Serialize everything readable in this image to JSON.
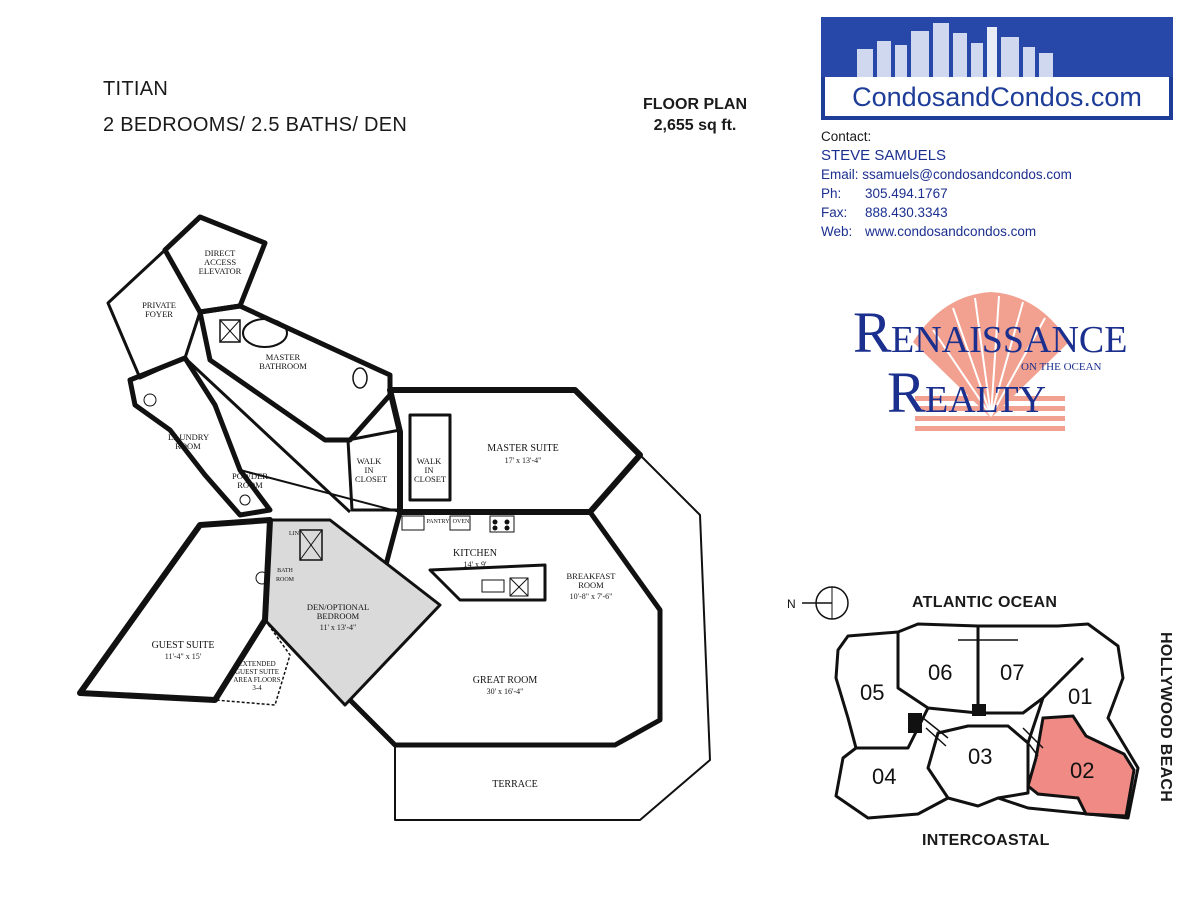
{
  "header": {
    "building": "TITIAN",
    "layout": "2 BEDROOMS/ 2.5 BATHS/ DEN",
    "floor_plan_label": "FLOOR PLAN",
    "area": "2,655 sq ft."
  },
  "logo": {
    "text": "CondosandCondos.com",
    "bg": "#1e3d99"
  },
  "contact": {
    "heading": "Contact:",
    "name": "STEVE SAMUELS",
    "email_label": "Email:",
    "email": "ssamuels@condosandcondos.com",
    "ph_label": "Ph:",
    "ph": "305.494.1767",
    "fax_label": "Fax:",
    "fax": "888.430.3343",
    "web_label": "Web:",
    "web": "www.condosandcondos.com"
  },
  "realty": {
    "r1": "R",
    "r1_rest": "ENAISSANCE",
    "r2": "R",
    "r2_rest": "EALTY",
    "tag": "ON THE OCEAN",
    "text_color": "#1b2f8f",
    "shell_color": "#f2a08f"
  },
  "floorplan": {
    "rooms": {
      "elevator": "DIRECT ACCESS ELEVATOR",
      "foyer": "PRIVATE FOYER",
      "master_bath": "MASTER BATHROOM",
      "laundry": "LAUNDRY ROOM",
      "powder": "POWDER ROOM",
      "walk_in_1": "WALK IN CLOSET",
      "walk_in_2": "WALK IN CLOSET",
      "master_suite": "MASTER SUITE",
      "master_suite_dim": "17' x 13'-4\"",
      "pantry": "PANTRY",
      "oven": "OVEN",
      "kitchen": "KITCHEN",
      "kitchen_dim": "14' x 9'",
      "breakfast": "BREAKFAST ROOM",
      "breakfast_dim": "10'-8\" x 7'-6\"",
      "bath": "BATH ROOM",
      "lin": "LIN",
      "den": "DEN/OPTIONAL BEDROOM",
      "den_dim": "11' x 13'-4\"",
      "guest": "GUEST SUITE",
      "guest_dim": "11'-4\" x 15'",
      "extended": "EXTENDED GUEST SUITE AREA FLOORS 3-4",
      "great": "GREAT ROOM",
      "great_dim": "30' x 16'-4\"",
      "terrace": "TERRACE"
    }
  },
  "keyplan": {
    "north": "N",
    "top": "ATLANTIC OCEAN",
    "bottom": "INTERCOASTAL",
    "right": "HOLLYWOOD BEACH",
    "units": [
      "05",
      "06",
      "07",
      "01",
      "04",
      "03",
      "02"
    ],
    "highlight_unit": "02",
    "highlight_color": "#f08a84"
  }
}
